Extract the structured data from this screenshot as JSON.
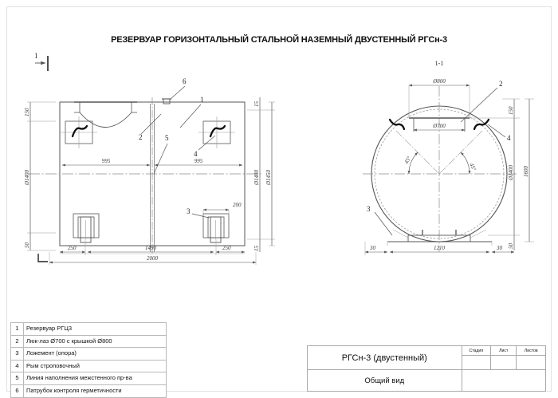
{
  "sheet": {
    "title": "РЕЗЕРВУАР ГОРИЗОНТАЛЬНЫЙ СТАЛЬНОЙ НАЗЕМНЫЙ ДВУСТЕННЫЙ РГСн-3"
  },
  "front_view": {
    "section_marker": "1",
    "callouts": [
      "6",
      "1",
      "2",
      "5",
      "4",
      "3"
    ],
    "dims_left": [
      "150",
      "Ø1400",
      "50"
    ],
    "dims_right": [
      "15",
      "Ø1400",
      "Ø1450",
      "15"
    ],
    "dims_top_inner": [
      "995",
      "995"
    ],
    "dims_bottom": [
      "250",
      "1490",
      "250"
    ],
    "dim_overall": "2000",
    "dim_support": "200"
  },
  "section_view": {
    "label": "1-1",
    "callouts": [
      "2",
      "4",
      "3"
    ],
    "dim_hatch_outer": "Ø800",
    "dim_hatch_inner": "Ø700",
    "angle_left": "45°",
    "angle_right": "45°",
    "dims_right": [
      "150",
      "Ø1400",
      "1600",
      "50"
    ],
    "dims_bottom": [
      "30",
      "1210",
      "30"
    ]
  },
  "legend": {
    "rows": [
      {
        "num": "1",
        "text": "Резервуар РГЦ3"
      },
      {
        "num": "2",
        "text": "Люк-лаз Ø700 с крышкой Ø800"
      },
      {
        "num": "3",
        "text": "Ложемент (опора)"
      },
      {
        "num": "4",
        "text": "Рым строповочный"
      },
      {
        "num": "5",
        "text": "Линия наполнения межстенного пр-ва"
      },
      {
        "num": "6",
        "text": "Патрубок контроля герметичности"
      }
    ]
  },
  "title_block": {
    "name": "РГСн-3 (двустенный)",
    "drawing_type": "Общий вид",
    "col_stage": "Стадия",
    "col_sheet": "Лист",
    "col_sheets": "Листов",
    "val_stage": "",
    "val_sheet": "",
    "val_sheets": ""
  },
  "colors": {
    "line": "#555555",
    "thin": "#9a9a9a",
    "center": "#8c8c8c",
    "text": "#111111",
    "frame": "#e2e2e2"
  }
}
